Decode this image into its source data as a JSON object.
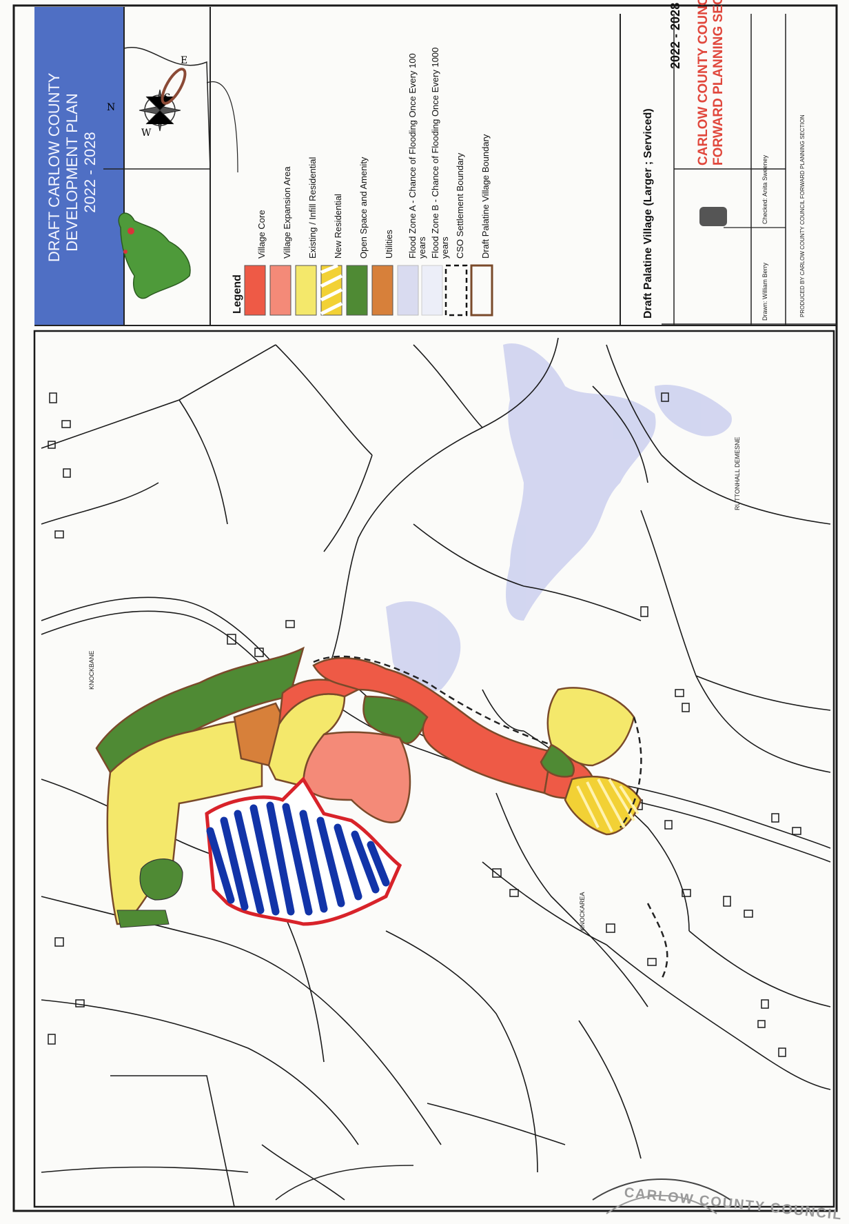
{
  "title": {
    "line1": "DRAFT CARLOW COUNTY",
    "line2": "DEVELOPMENT PLAN",
    "line3": "2022 - 2028"
  },
  "compass": {
    "n": "N",
    "s": "S",
    "e": "E",
    "w": "W"
  },
  "legend": {
    "heading": "Legend",
    "items": [
      {
        "label": "Village Core",
        "color": "#ee5a46"
      },
      {
        "label": "Village Expansion Area",
        "color": "#f48a78"
      },
      {
        "label": "Existing / Infill Residential",
        "color": "#f4e86b"
      },
      {
        "label": "New Residential",
        "color": "#f2d135"
      },
      {
        "label": "Open Space and Amenity",
        "color": "#4f8a34"
      },
      {
        "label": "Utilities",
        "color": "#d7803a"
      },
      {
        "label": "Flood Zone A - Chance of Flooding Once Every 100 years",
        "color": "#d9dbf0"
      },
      {
        "label": "Flood Zone B - Chance of Flooding Once Every 1000 years",
        "color": "#eceef8"
      },
      {
        "label": "CSO Settlement Boundary",
        "color": "#222222"
      },
      {
        "label": "Draft Palatine Village Boundary",
        "color": "#7a4a2a"
      }
    ]
  },
  "plan_title": "Draft Palatine Village (Larger ; Serviced)",
  "years": "2022 - 2028",
  "council": {
    "line1": "CARLOW COUNTY COUNCIL",
    "line2": "FORWARD PLANNING SECTION"
  },
  "drawn_by": "Drawn: William Berry",
  "checked_by": "Checked: Anita Sweeney",
  "produced_by": "PRODUCED BY CARLOW COUNTY COUNCIL FORWARD PLANNING SECTION",
  "place_names": [
    "KNOCKBANE",
    "KNOCKAREA",
    "RUTTONHALL DEMESNE"
  ],
  "stamp": "CARLOW COUNTY COUNCIL",
  "colors": {
    "title_blue": "#4f6fc4",
    "annotation_blue": "#1234a8",
    "annotation_red": "#d8232a"
  }
}
